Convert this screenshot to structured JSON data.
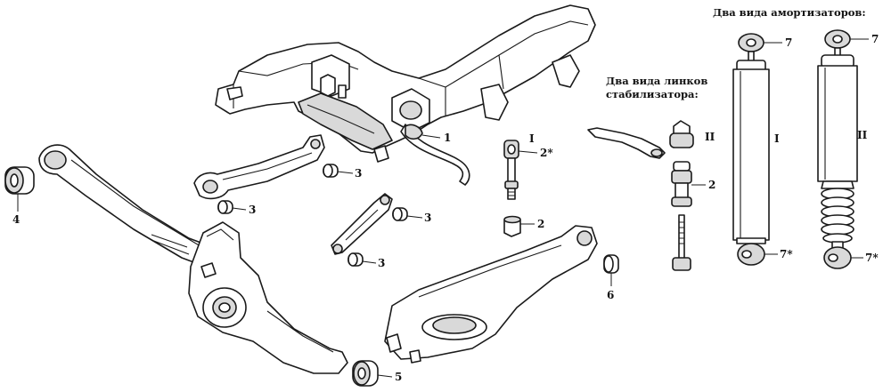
{
  "headings": {
    "stabilizer_links_line1": "Два вида линков",
    "stabilizer_links_line2": "стабилизатора:",
    "shock_absorbers": "Два вида амортизаторов:"
  },
  "labels": {
    "part_1": "1",
    "part_2_star": "2*",
    "part_2_bushing": "2",
    "part_2_link": "2",
    "part_3_upper": "3",
    "part_3_left": "3",
    "part_3_mid": "3",
    "part_3_lower": "3",
    "part_4": "4",
    "part_5": "5",
    "part_6": "6",
    "part_7_shock1_top": "7",
    "part_7_shock1_bottom": "7*",
    "part_7_shock2_top": "7",
    "part_7_shock2_bottom": "7*",
    "variant_link_1": "I",
    "variant_link_2": "II",
    "variant_shock_1": "I",
    "variant_shock_2": "II"
  }
}
